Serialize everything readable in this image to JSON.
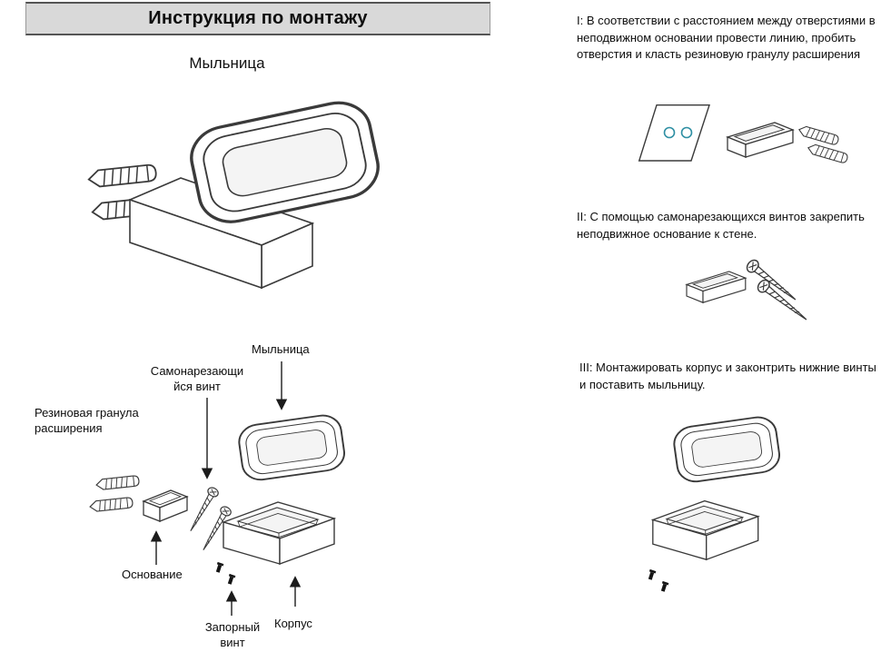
{
  "document": {
    "title": "Инструкция по монтажу",
    "product_name": "Мыльница"
  },
  "exploded_view": {
    "labels": {
      "soap_dish": "Мыльница",
      "self_tapping_screw": [
        "Самонарезающи",
        "йся винт"
      ],
      "rubber_expansion_plug": [
        "Резиновая гранула",
        "расширения"
      ],
      "base": "Основание",
      "lock_screw": [
        "Запорный",
        "винт"
      ],
      "body": "Корпус"
    }
  },
  "steps": [
    {
      "id": "I",
      "text": "I: В соответствии с расстоянием между отверстиями в неподвижном основании провести линию, пробить отверстия и класть резиновую гранулу расширения"
    },
    {
      "id": "II",
      "text": "II: С помощью самонарезающихся винтов закрепить неподвижное основание к стене."
    },
    {
      "id": "III",
      "text": "III: Монтажировать корпус и законтрить нижние винты и поставить мыльницу."
    }
  ],
  "colors": {
    "header_background": "#d9d9d9",
    "line_art": "#3a3a3a",
    "drill_hole_accent": "#2e8fa3"
  }
}
